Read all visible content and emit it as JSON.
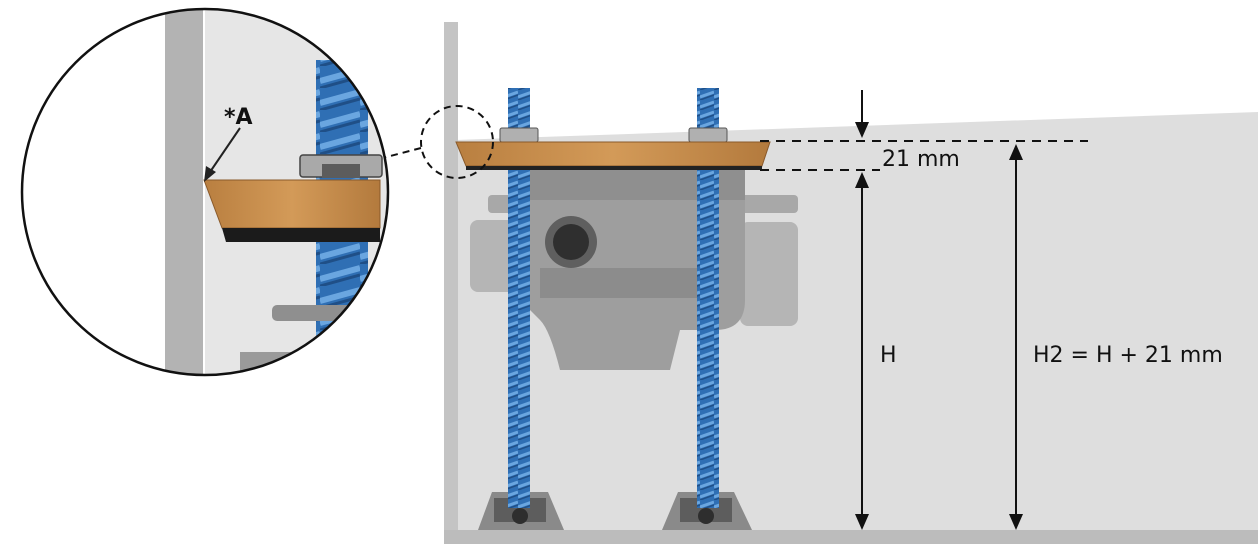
{
  "diagram": {
    "callout_label": "*A",
    "offset_label": "21 mm",
    "height_label": "H",
    "total_height_label": "H2 = H + 21 mm"
  },
  "colors": {
    "rod": "#2f6fb4",
    "rod_light": "#5a97d6",
    "board": "#c98f4e",
    "board_dark": "#9c6a33",
    "wall": "#bdbdbd",
    "floor_fill": "#d9d9d9",
    "drain_grey": "#9a9a9a",
    "line": "#111111"
  },
  "icons": [
    "arrow-down-icon",
    "double-arrow-icon",
    "magnifier-callout-icon"
  ]
}
